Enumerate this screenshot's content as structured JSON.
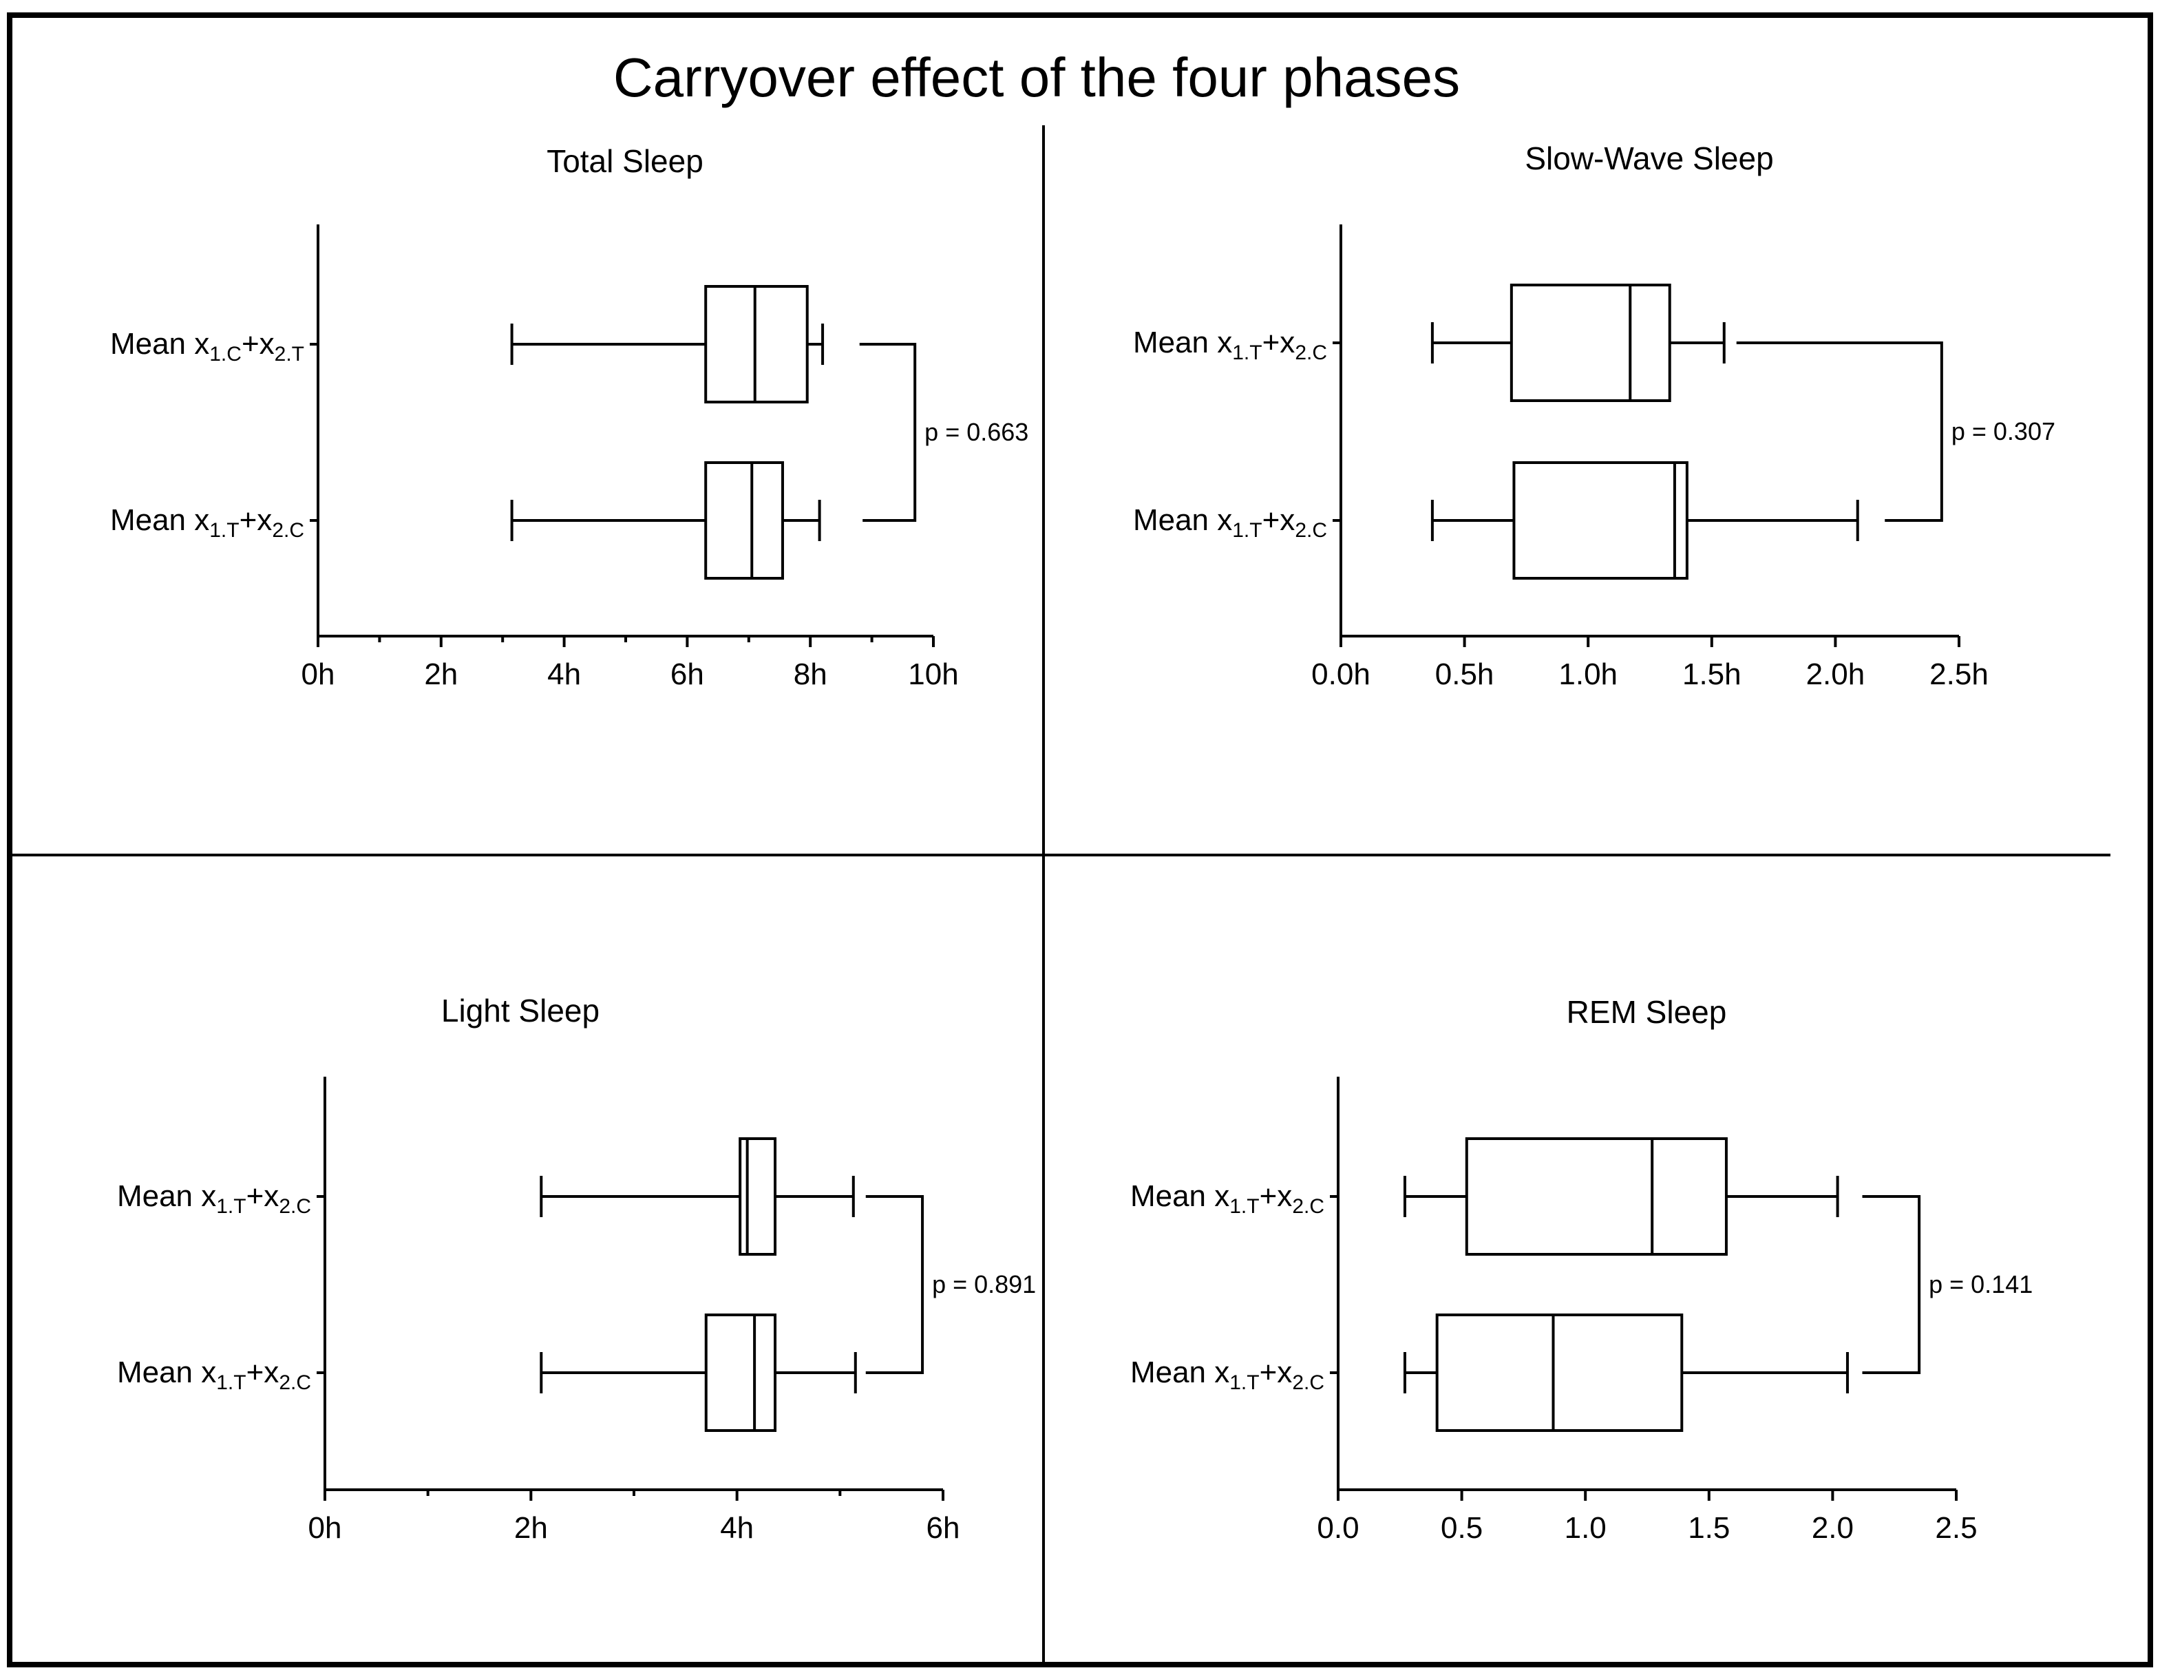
{
  "title": "Carryover effect of the four phases",
  "chart_data": [
    {
      "type": "box",
      "title": "Total Sleep",
      "xlim": [
        0,
        10
      ],
      "ticks": [
        0,
        2,
        4,
        6,
        8,
        10
      ],
      "tick_labels": [
        "0h",
        "2h",
        "4h",
        "6h",
        "8h",
        "10h"
      ],
      "minor_ticks": true,
      "series": [
        {
          "label_main": "Mean x",
          "label_parts": [
            [
              "1.C",
              "sub"
            ],
            [
              "+x",
              "base"
            ],
            [
              "2.T",
              "sub"
            ]
          ],
          "min": 3.15,
          "q1": 6.3,
          "median": 7.1,
          "q3": 7.95,
          "max": 8.2
        },
        {
          "label_main": "Mean x",
          "label_parts": [
            [
              "1.T",
              "sub"
            ],
            [
              "+x",
              "base"
            ],
            [
              "2.C",
              "sub"
            ]
          ],
          "min": 3.15,
          "q1": 6.3,
          "median": 7.05,
          "q3": 7.55,
          "max": 8.15
        }
      ],
      "p_value": "p = 0.663",
      "bracket_x": 9.7,
      "bracket_start": [
        8.8,
        8.85
      ]
    },
    {
      "type": "box",
      "title": "Slow-Wave Sleep",
      "xlim": [
        0,
        2.5
      ],
      "ticks": [
        0,
        0.5,
        1,
        1.5,
        2,
        2.5
      ],
      "tick_labels": [
        "0.0h",
        "0.5h",
        "1.0h",
        "1.5h",
        "2.0h",
        "2.5h"
      ],
      "minor_ticks": false,
      "series": [
        {
          "label_main": "Mean x",
          "label_parts": [
            [
              "1.T",
              "sub"
            ],
            [
              "+x",
              "base"
            ],
            [
              "2.C",
              "sub"
            ]
          ],
          "min": 0.37,
          "q1": 0.69,
          "median": 1.17,
          "q3": 1.33,
          "max": 1.55
        },
        {
          "label_main": "Mean x",
          "label_parts": [
            [
              "1.T",
              "sub"
            ],
            [
              "+x",
              "base"
            ],
            [
              "2.C",
              "sub"
            ]
          ],
          "min": 0.37,
          "q1": 0.7,
          "median": 1.35,
          "q3": 1.4,
          "max": 2.09
        }
      ],
      "p_value": "p = 0.307",
      "bracket_x": 2.43,
      "bracket_start": [
        1.6,
        2.2
      ]
    },
    {
      "type": "box",
      "title": "Light Sleep",
      "xlim": [
        0,
        6
      ],
      "ticks": [
        0,
        2,
        4,
        6
      ],
      "tick_labels": [
        "0h",
        "2h",
        "4h",
        "6h"
      ],
      "minor_ticks": true,
      "series": [
        {
          "label_main": "Mean x",
          "label_parts": [
            [
              "1.T",
              "sub"
            ],
            [
              "+x",
              "base"
            ],
            [
              "2.C",
              "sub"
            ]
          ],
          "min": 2.1,
          "q1": 4.03,
          "median": 4.1,
          "q3": 4.37,
          "max": 5.13
        },
        {
          "label_main": "Mean x",
          "label_parts": [
            [
              "1.T",
              "sub"
            ],
            [
              "+x",
              "base"
            ],
            [
              "2.C",
              "sub"
            ]
          ],
          "min": 2.1,
          "q1": 3.7,
          "median": 4.17,
          "q3": 4.37,
          "max": 5.15
        }
      ],
      "p_value": "p = 0.891",
      "bracket_x": 5.8,
      "bracket_start": [
        5.25,
        5.25
      ]
    },
    {
      "type": "box",
      "title": "REM Sleep",
      "xlim": [
        0,
        2.5
      ],
      "ticks": [
        0,
        0.5,
        1,
        1.5,
        2,
        2.5
      ],
      "tick_labels": [
        "0.0",
        "0.5",
        "1.0",
        "1.5",
        "2.0",
        "2.5"
      ],
      "minor_ticks": false,
      "series": [
        {
          "label_main": "Mean x",
          "label_parts": [
            [
              "1.T",
              "sub"
            ],
            [
              "+x",
              "base"
            ],
            [
              "2.C",
              "sub"
            ]
          ],
          "min": 0.27,
          "q1": 0.52,
          "median": 1.27,
          "q3": 1.57,
          "max": 2.02
        },
        {
          "label_main": "Mean x",
          "label_parts": [
            [
              "1.T",
              "sub"
            ],
            [
              "+x",
              "base"
            ],
            [
              "2.C",
              "sub"
            ]
          ],
          "min": 0.27,
          "q1": 0.4,
          "median": 0.87,
          "q3": 1.39,
          "max": 2.06
        }
      ],
      "p_value": "p = 0.141",
      "bracket_x": 2.35,
      "bracket_start": [
        2.12,
        2.12
      ]
    }
  ]
}
